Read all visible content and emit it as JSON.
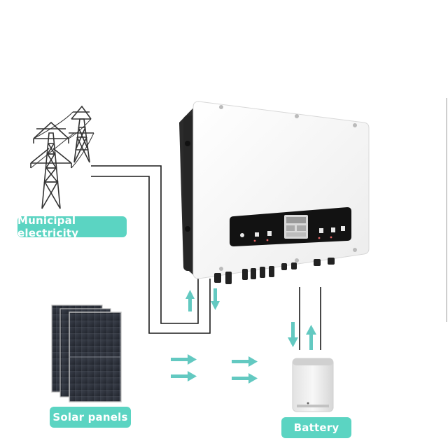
{
  "labels": {
    "municipal": "Municipal electricity",
    "solar": "Solar panels",
    "battery": "Battery"
  },
  "colors": {
    "accent": "#5bd4c2",
    "arrow": "#63c9c1",
    "line": "#1a1a1a",
    "inverter_body": "#ffffff",
    "inverter_frame": "#2a2a2a",
    "display_panel": "#111111"
  },
  "icons": [
    "transmission-tower-icon",
    "solar-panel-icon",
    "inverter-device",
    "battery-icon",
    "flow-arrow-icon"
  ]
}
